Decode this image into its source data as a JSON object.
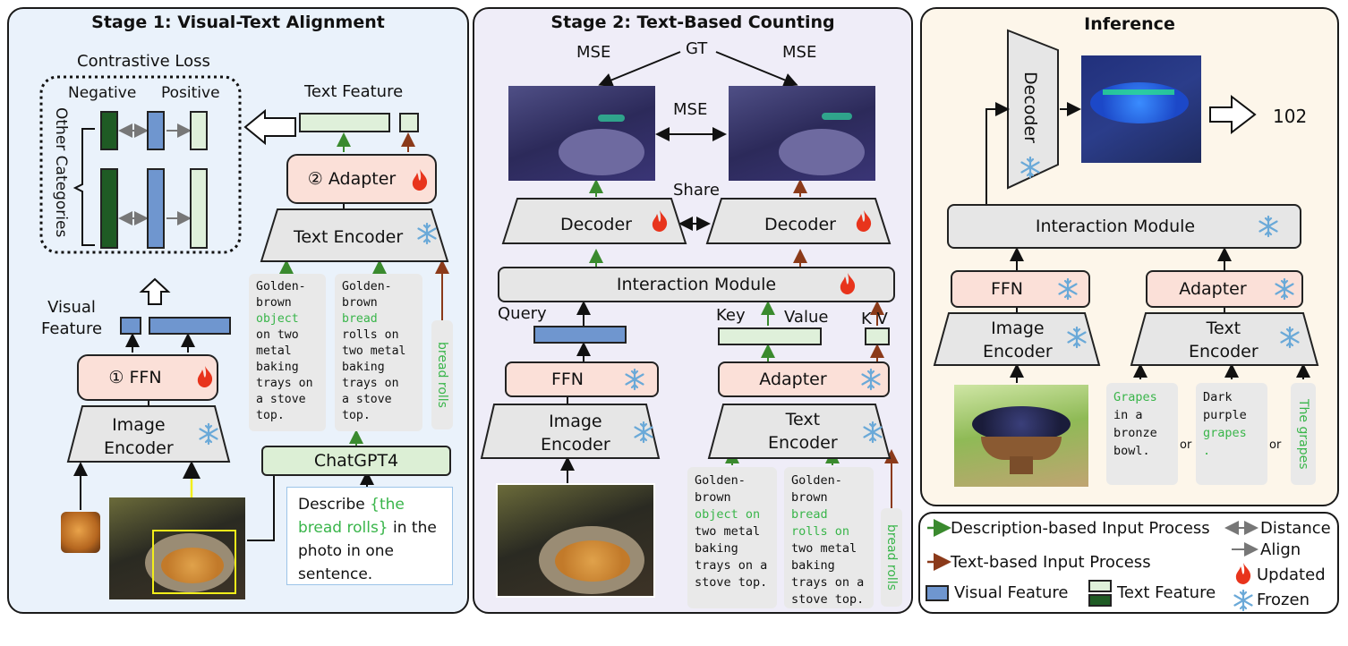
{
  "stage1": {
    "title": "Stage 1: Visual-Text Alignment",
    "contrastive_loss": "Contrastive Loss",
    "negative": "Negative",
    "positive": "Positive",
    "other_categories": "Other Categories",
    "text_feature": "Text Feature",
    "adapter": "② Adapter",
    "text_encoder": "Text Encoder",
    "visual_feature": "Visual\nFeature",
    "ffn": "① FFN",
    "image_encoder": "Image\nEncoder",
    "chatgpt": "ChatGPT4",
    "desc1": [
      "Golden-",
      "brown",
      "object",
      "on two",
      "metal",
      "baking",
      "trays on",
      "a stove",
      "top."
    ],
    "desc2": [
      "Golden-",
      "brown",
      "bread",
      "rolls on",
      "two metal",
      "baking",
      "trays on",
      "a stove",
      "top."
    ],
    "vertical_label": "bread rolls",
    "prompt_pre": "Describe ",
    "prompt_green": "{the bread rolls}",
    "prompt_post": " in the photo in one sentence."
  },
  "stage2": {
    "title": "Stage 2: Text-Based Counting",
    "mse_left": "MSE",
    "gt": "GT",
    "mse_right": "MSE",
    "mse_mid": "MSE",
    "share": "Share",
    "decoder_left": "Decoder",
    "decoder_right": "Decoder",
    "interaction": "Interaction Module",
    "query": "Query",
    "key": "Key",
    "value": "Value",
    "kv": "K V",
    "ffn": "FFN",
    "adapter": "Adapter",
    "image_encoder": "Image\nEncoder",
    "text_encoder": "Text\nEncoder",
    "desc1": [
      "Golden-",
      "brown",
      "object on",
      "two metal",
      "baking",
      "trays on a",
      "stove top."
    ],
    "desc2": [
      "Golden-",
      "brown",
      "bread",
      "rolls on",
      "two metal",
      "baking",
      "trays on a",
      "stove top."
    ],
    "vertical_label": "bread rolls"
  },
  "inference": {
    "title": "Inference",
    "decoder": "Decoder",
    "result": "102",
    "interaction": "Interaction Module",
    "ffn": "FFN",
    "adapter": "Adapter",
    "image_encoder": "Image\nEncoder",
    "text_encoder": "Text\nEncoder",
    "desc_a": [
      "Grapes",
      "in a",
      "bronze",
      "bowl."
    ],
    "desc_b": [
      "Dark",
      "purple",
      "grapes",
      "."
    ],
    "or1": "or",
    "or2": "or",
    "vertical_label": "The grapes"
  },
  "legend": {
    "desc_process": "Description-based Input Process",
    "text_process": "Text-based Input Process",
    "distance": "Distance",
    "align": "Align",
    "updated": "Updated",
    "frozen": "Frozen",
    "visual_feature": "Visual Feature",
    "text_feature": "Text Feature"
  },
  "colors": {
    "green_arrow": "#3a8a2e",
    "brown_arrow": "#8b3a1a",
    "text_green": "#39b54a",
    "peach": "#fbe0d8",
    "visual_blue": "#6f96cf",
    "text_light_green": "#dff0da",
    "text_dark_green": "#1f5b24",
    "flame": "#e8341c",
    "snow": "#6aa9d8"
  }
}
